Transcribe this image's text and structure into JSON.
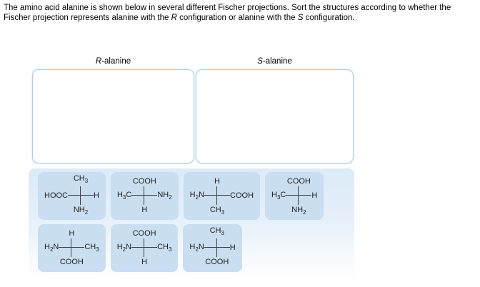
{
  "question": {
    "part1": "The amino acid alanine is shown below in several different Fischer projections. Sort the structures according to whether the Fischer projection represents alanine with the ",
    "italic1": "R",
    "part2": " configuration or alanine with the ",
    "italic2": "S",
    "part3": " configuration."
  },
  "bins": [
    {
      "label_italic": "R",
      "label_rest": "-alanine"
    },
    {
      "label_italic": "S",
      "label_rest": "-alanine"
    }
  ],
  "bank": {
    "cards": [
      {
        "top": "CH3",
        "left": "HOOC",
        "right": "H",
        "bottom": "NH2"
      },
      {
        "top": "COOH",
        "left": "H3C",
        "right": "NH2",
        "bottom": "H"
      },
      {
        "top": "H",
        "left": "H2N",
        "right": "COOH",
        "bottom": "CH3"
      },
      {
        "top": "COOH",
        "left": "H3C",
        "right": "H",
        "bottom": "NH2"
      },
      {
        "top": "H",
        "left": "H2N",
        "right": "CH3",
        "bottom": "COOH"
      },
      {
        "top": "COOH",
        "left": "H2N",
        "right": "CH3",
        "bottom": "H"
      },
      {
        "top": "CH3",
        "left": "H2N",
        "right": "H",
        "bottom": "COOH"
      }
    ]
  },
  "colors": {
    "card_fill": "#cadef1",
    "bank_top": "#dcebf8",
    "zone_border": "#aed0ec",
    "bond": "#3f3f3f"
  }
}
